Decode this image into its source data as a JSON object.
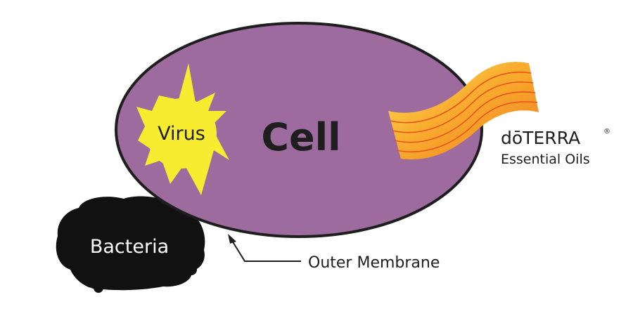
{
  "diagram": {
    "cell_label": "Cell",
    "virus_label": "Virus",
    "bacteria_label": "Bacteria",
    "membrane_label": "Outer Membrane",
    "brand": {
      "name": "dōTERRA",
      "registered_mark": "®",
      "tagline": "Essential Oils"
    }
  },
  "colors": {
    "cell_fill": "#9e6b9e",
    "outline": "#1e1e1e",
    "virus_fill": "#f7ec2f",
    "bacteria_fill": "#111111",
    "ribbon_light": "#fde05a",
    "ribbon_mid": "#f9ad2f",
    "ribbon_dark": "#ef7d1d",
    "ribbon_lines": "#e8531e"
  }
}
